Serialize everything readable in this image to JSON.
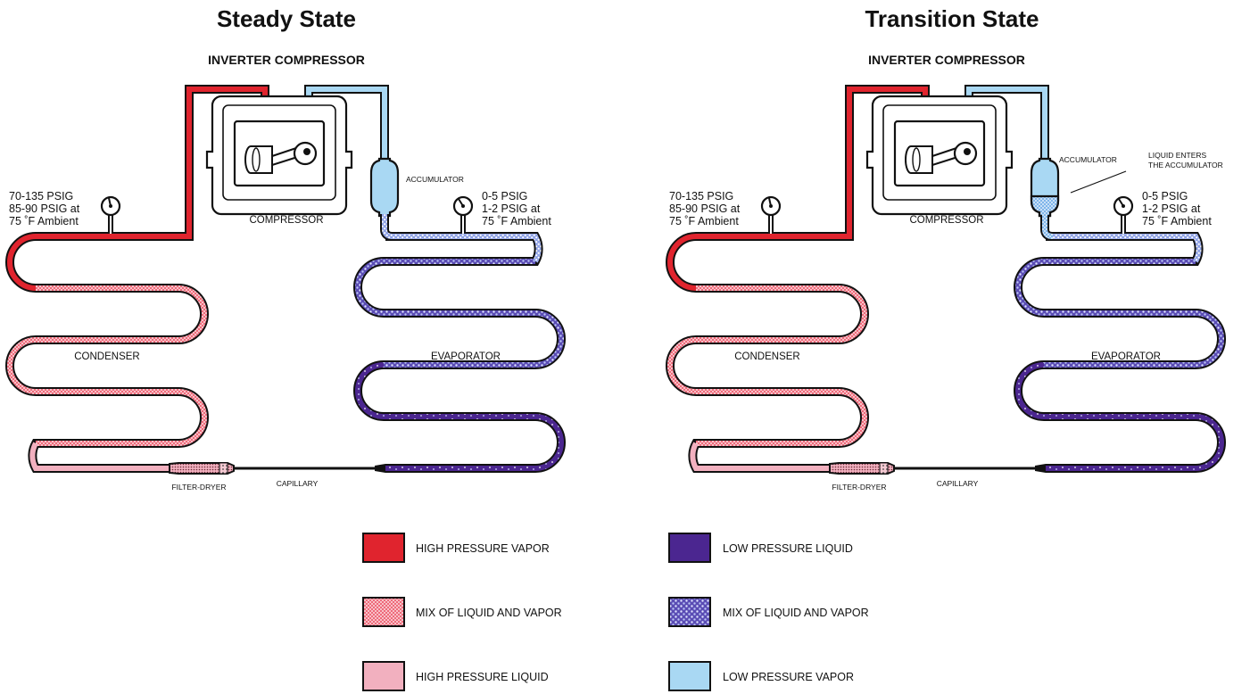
{
  "left": {
    "title": "Steady State",
    "subtitle": "INVERTER COMPRESSOR",
    "compressor_label": "COMPRESSOR",
    "accumulator_label": "ACCUMULATOR",
    "condenser_label": "CONDENSER",
    "evaporator_label": "EVAPORATOR",
    "filter_label": "FILTER-DRYER",
    "capillary_label": "CAPILLARY",
    "high_gauge": [
      "70-135 PSIG",
      "85-90 PSIG at",
      "75 ˚F Ambient"
    ],
    "low_gauge": [
      "0-5 PSIG",
      "1-2 PSIG at",
      "75 ˚F Ambient"
    ]
  },
  "right": {
    "title": "Transition State",
    "subtitle": "INVERTER COMPRESSOR",
    "compressor_label": "COMPRESSOR",
    "accumulator_label": "ACCUMULATOR",
    "condenser_label": "CONDENSER",
    "evaporator_label": "EVAPORATOR",
    "filter_label": "FILTER-DRYER",
    "capillary_label": "CAPILLARY",
    "high_gauge": [
      "70-135 PSIG",
      "85-90 PSIG at",
      "75 ˚F Ambient"
    ],
    "low_gauge": [
      "0-5 PSIG",
      "1-2 PSIG at",
      "75 ˚F Ambient"
    ],
    "callout": [
      "LIQUID ENTERS",
      "THE ACCUMULATOR"
    ]
  },
  "legend": [
    {
      "label": "HIGH PRESSURE VAPOR",
      "swatch": "hpv"
    },
    {
      "label": "MIX OF LIQUID AND VAPOR",
      "swatch": "hpmix"
    },
    {
      "label": "HIGH PRESSURE LIQUID",
      "swatch": "hpl"
    },
    {
      "label": "LOW PRESSURE LIQUID",
      "swatch": "lpl"
    },
    {
      "label": "MIX OF LIQUID AND VAPOR",
      "swatch": "lpmix"
    },
    {
      "label": "LOW PRESSURE VAPOR",
      "swatch": "lpv"
    }
  ],
  "colors": {
    "high_pressure_vapor": "#e0242e",
    "high_pressure_mix": "#f7a3ad",
    "high_pressure_liquid": "#f2b0bf",
    "low_pressure_liquid": "#4b2690",
    "low_pressure_mix": "#6455b8",
    "low_pressure_vapor": "#a9d8f3"
  }
}
